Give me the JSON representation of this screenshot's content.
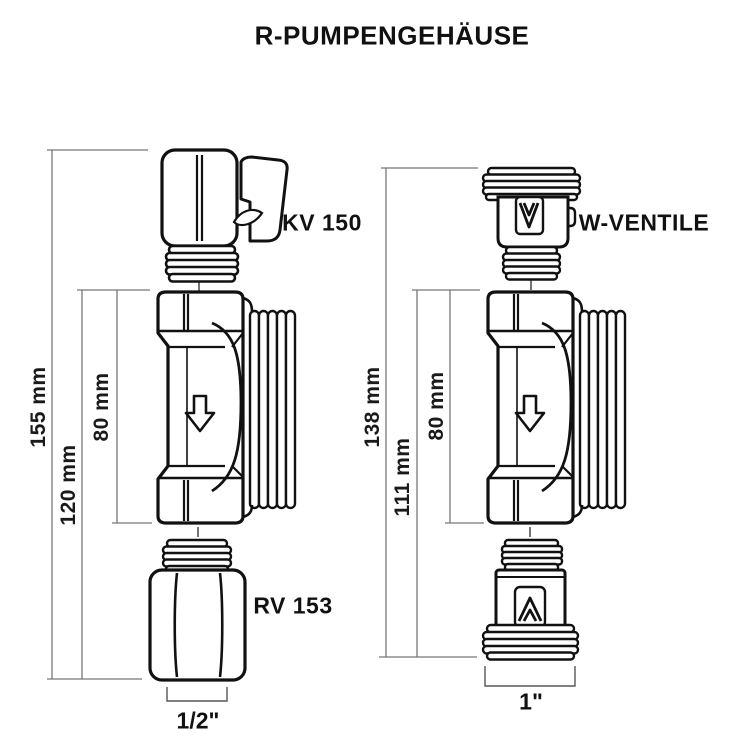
{
  "title": "R-PUMPENGEHÄUSE",
  "diagram": {
    "left_assembly": {
      "top_valve_label": "KV 150",
      "bottom_valve_label": "RV 153",
      "connection_size": "1/2\"",
      "dim_overall": "155 mm",
      "dim_middle": "120 mm",
      "dim_body": "80 mm"
    },
    "right_assembly": {
      "top_valve_label": "W-VENTILE",
      "connection_size": "1\"",
      "dim_overall": "138 mm",
      "dim_middle": "111 mm",
      "dim_body": "80 mm"
    }
  },
  "icons": {
    "flow_arrow": "flow-down-arrow-icon",
    "valve_logo_top": "chevron-down-logo-icon",
    "valve_logo_bottom": "chevron-up-logo-icon"
  },
  "colors": {
    "outline": "#111111",
    "dimension_line": "#777777",
    "bracket_line": "#555555",
    "background": "#ffffff",
    "text": "#111111"
  }
}
